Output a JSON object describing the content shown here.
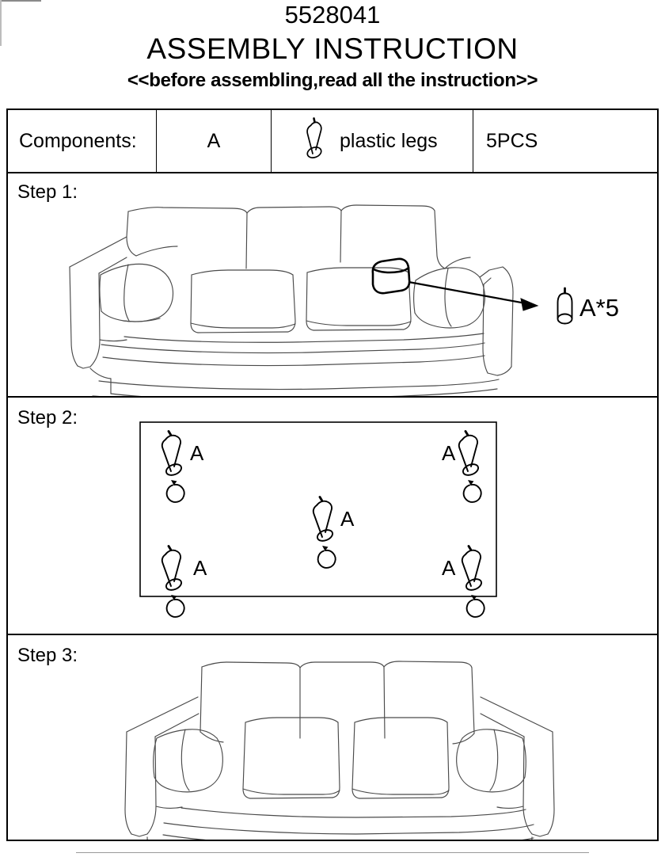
{
  "document": {
    "code": "5528041",
    "title": "ASSEMBLY INSTRUCTION",
    "note": "<<before assembling,read all the instruction>>"
  },
  "components_table": {
    "header_label": "Components:",
    "part_code": "A",
    "part_icon": "plastic-leg-icon",
    "part_name": "plastic legs",
    "quantity": "5PCS"
  },
  "steps": [
    {
      "label": "Step 1:",
      "illustration": "sofa-upside-down-side-view",
      "callout": {
        "label": "A*5",
        "icon": "plastic-leg-icon",
        "marker": "leg-socket-marker",
        "arrow": "callout-arrow"
      }
    },
    {
      "label": "Step 2:",
      "illustration": "sofa-base-rectangle-bottom-view",
      "legs": [
        {
          "label": "A",
          "position": "top-left",
          "label_side": "right",
          "rotation": "clockwise"
        },
        {
          "label": "A",
          "position": "top-right",
          "label_side": "left",
          "rotation": "clockwise"
        },
        {
          "label": "A",
          "position": "center",
          "label_side": "right",
          "rotation": "clockwise"
        },
        {
          "label": "A",
          "position": "bottom-left",
          "label_side": "right",
          "rotation": "clockwise"
        },
        {
          "label": "A",
          "position": "bottom-right",
          "label_side": "left",
          "rotation": "clockwise"
        }
      ]
    },
    {
      "label": "Step 3:",
      "illustration": "sofa-assembled-front-view"
    }
  ],
  "colors": {
    "ink": "#000000",
    "line_art": "#3a3a3a",
    "page": "#ffffff"
  }
}
